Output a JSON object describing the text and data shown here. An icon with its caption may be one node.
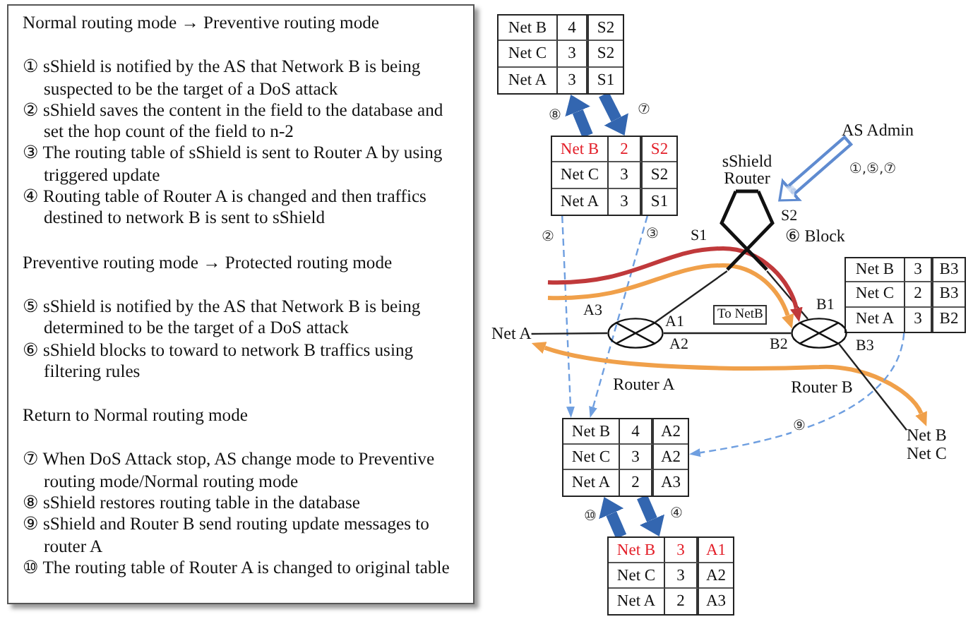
{
  "diagram": {
    "nodes": [
      {
        "text": [
          "Normal routing mode → Preventive routing mode",
          "① sShield is notified by the AS that Network B is being suspected to be the target of a DoS attack",
          "② sShield saves the content in the field to the database and set the hop count of the field to n-2",
          "③ The routing table of sShield is sent to Router A by using triggered update",
          "④ Routing table of Router A is changed and then traffics destined to network B is sent to sShield",
          "Preventive routing mode → Protected routing mode",
          "⑤ sShield is notified by the AS that Network B is being determined to be the target of a DoS attack",
          "⑥ sShield blocks to toward to network B traffics using filtering rules",
          "Return to Normal routing mode",
          "⑦ When DoS Attack stop, AS change mode to Preventive routing mode/Normal routing mode",
          "⑧ sShield restores routing table in the database",
          "⑨ sShield and Router B send routing update messages to router A",
          "⑩ The routing table of Router A is changed to original table"
        ]
      },
      {
        "text": [
          "Net B",
          "4",
          "S2",
          "Net C",
          "3",
          "S2",
          "Net A",
          "3",
          "S1"
        ]
      },
      {
        "text": [
          "Net B",
          "2",
          "S2",
          "Net C",
          "3",
          "S2",
          "Net A",
          "3",
          "S1"
        ]
      },
      {
        "text": [
          "AS Admin"
        ]
      },
      {
        "text": [
          "sShield Router"
        ],
        "beside": [
          "S1",
          "S2"
        ]
      },
      {
        "text": [
          "Net B",
          "3",
          "B3",
          "Net C",
          "2",
          "B3",
          "Net A",
          "3",
          "B2"
        ]
      },
      {
        "text": [
          "To NetB"
        ]
      },
      {
        "text": [
          "Net A"
        ]
      },
      {
        "text": [
          "Router A"
        ],
        "beside": [
          "A3",
          "A1",
          "A2"
        ]
      },
      {
        "text": [
          "Router B"
        ],
        "beside": [
          "B1",
          "B2",
          "B3"
        ]
      },
      {
        "text": [
          "Net B",
          "4",
          "A2",
          "Net C",
          "3",
          "A2",
          "Net A",
          "2",
          "A3"
        ]
      },
      {
        "text": [
          "Net B",
          "Net C"
        ]
      },
      {
        "text": [
          "Net B",
          "3",
          "A1",
          "Net C",
          "3",
          "A2",
          "Net A",
          "2",
          "A3"
        ]
      }
    ],
    "edges": [
      {
        "from": 2,
        "to": 1,
        "arrow": "to",
        "label": "⑧",
        "style": "thick",
        "color": "#3366b0"
      },
      {
        "from": 1,
        "to": 2,
        "arrow": "to",
        "label": "⑦",
        "style": "thick",
        "color": "#3366b0"
      },
      {
        "from": 3,
        "to": 4,
        "arrow": "to",
        "label": "①,⑤,⑦",
        "style": "thick",
        "color": "#5f8bd0"
      },
      {
        "from": 4,
        "to": 8,
        "arrow": "none"
      },
      {
        "from": 4,
        "to": 9,
        "arrow": "none"
      },
      {
        "from": 2,
        "to": 10,
        "arrow": "to",
        "label": "②",
        "style": "dashed",
        "color": "#6f9fe0"
      },
      {
        "from": 2,
        "to": 10,
        "arrow": "to",
        "label": "③",
        "style": "dashed",
        "color": "#6f9fe0"
      },
      {
        "from": null,
        "to": 9,
        "arrow": "to",
        "style": "thick",
        "color": "#c0393b"
      },
      {
        "from": null,
        "to": 9,
        "arrow": "to",
        "style": "thick",
        "color": "#f0a04a"
      },
      {
        "from": 7,
        "to": 8,
        "arrow": "none"
      },
      {
        "from": 8,
        "to": 9,
        "arrow": "none"
      },
      {
        "from": 7,
        "to": 11,
        "arrow": "both",
        "style": "thick",
        "color": "#f0a04a"
      },
      {
        "from": 9,
        "to": 11,
        "arrow": "none"
      },
      {
        "from": 5,
        "to": 10,
        "arrow": "to",
        "label": "⑨",
        "style": "dashed",
        "color": "#6f9fe0"
      },
      {
        "from": 10,
        "to": 12,
        "arrow": "to",
        "label": "④",
        "style": "thick",
        "color": "#3366b0"
      },
      {
        "from": 12,
        "to": 10,
        "arrow": "to",
        "label": "⑩",
        "style": "thick",
        "color": "#3366b0"
      }
    ],
    "labels": [
      "⑥ Block"
    ]
  }
}
